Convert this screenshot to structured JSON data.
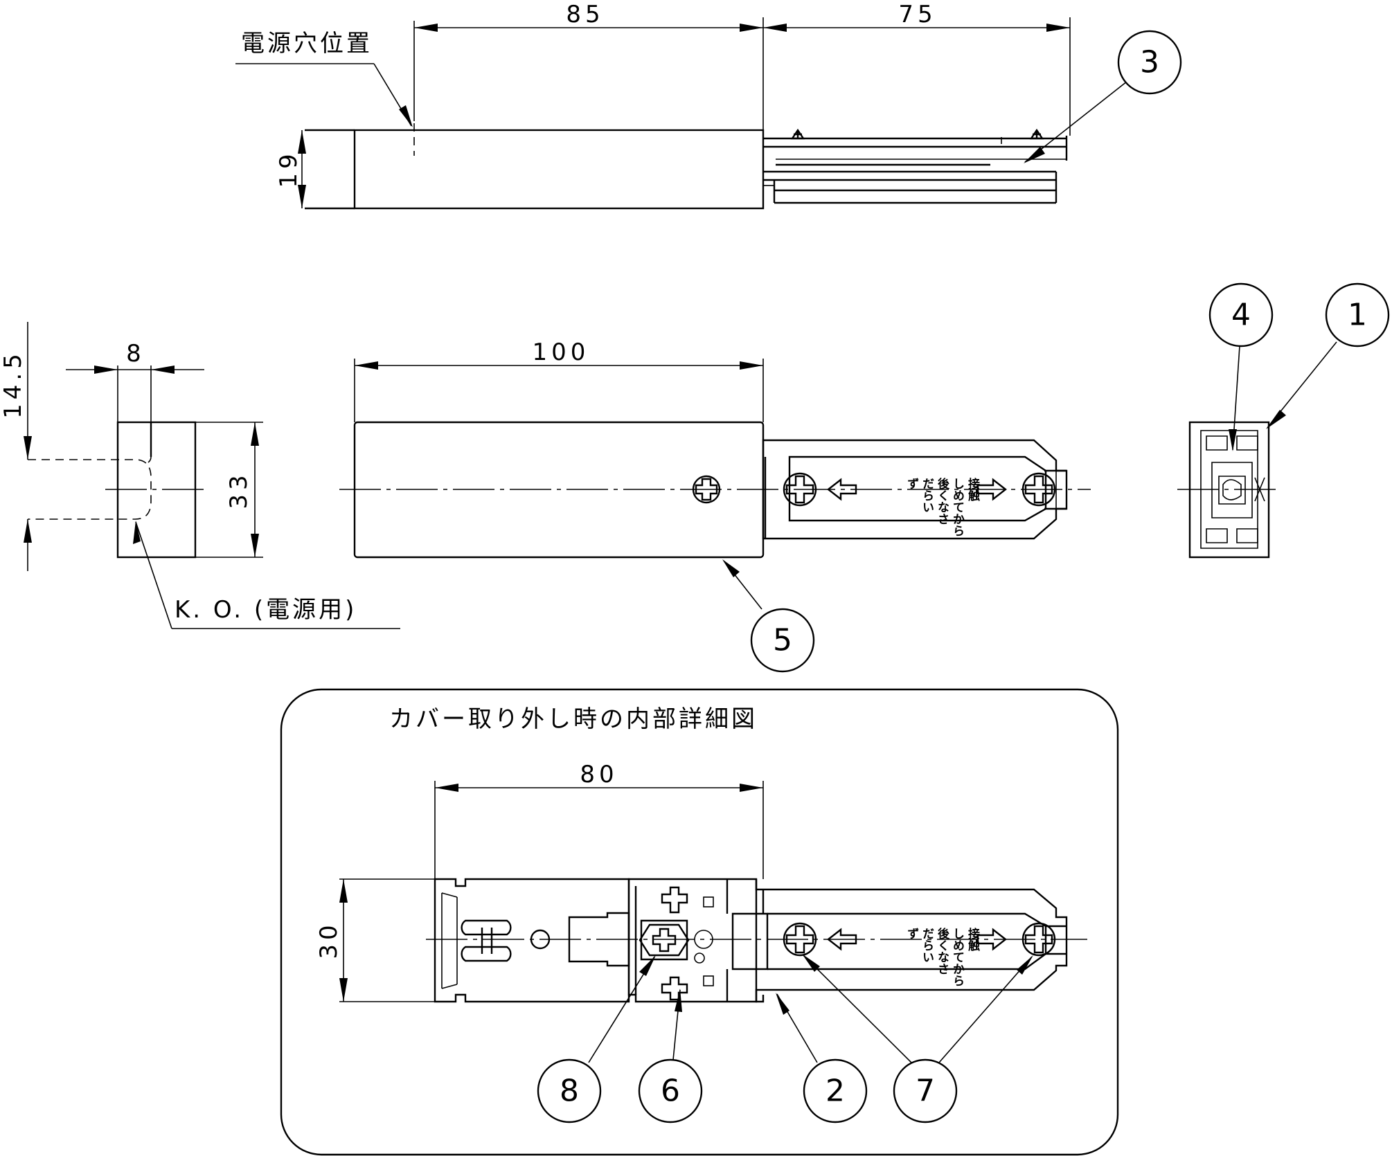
{
  "dimensions": {
    "top_length_body": "85",
    "top_length_plug": "75",
    "top_height": "19",
    "side_height": "14.5",
    "side_width": "8",
    "side_overall": "33",
    "front_length": "100",
    "detail_length": "80",
    "detail_height": "30"
  },
  "labels": {
    "power_hole_position": "電源穴位置",
    "knockout": "K. O. (電源用)",
    "detail_title": "カバー取り外し時の内部詳細図",
    "plate_text_col1": "接触",
    "plate_text_col2": "しめてから",
    "plate_text_col3": "後くなさ",
    "plate_text_col4": "だらい",
    "plate_text_col5": "ず"
  },
  "callouts": [
    "1",
    "2",
    "3",
    "4",
    "5",
    "6",
    "7",
    "8"
  ]
}
